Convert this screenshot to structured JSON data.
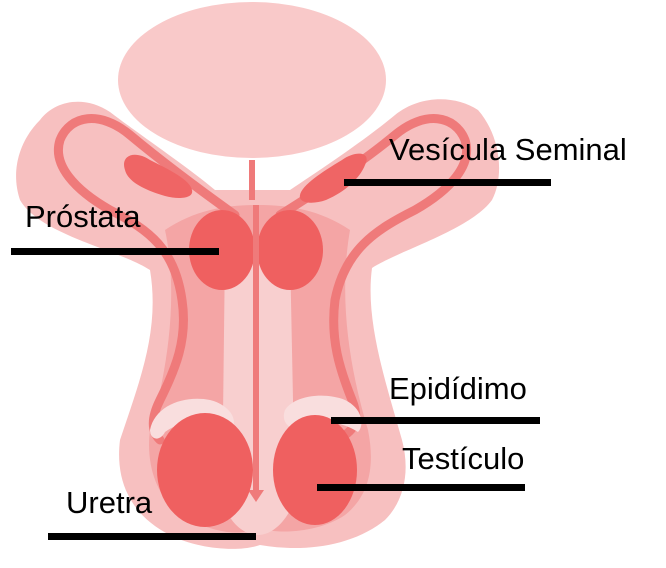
{
  "labels": {
    "vesicula_seminal": "Vesícula Seminal",
    "prostata": "Próstata",
    "epididimo": "Epidídimo",
    "testiculo": "Testículo",
    "uretra": "Uretra"
  },
  "colors": {
    "body_light": "#f7c7c7",
    "body_mid": "#f4a7a7",
    "organ": "#ef6060",
    "duct": "#ef8080",
    "pale": "#f9d8d8",
    "leader_line": "#000000"
  }
}
